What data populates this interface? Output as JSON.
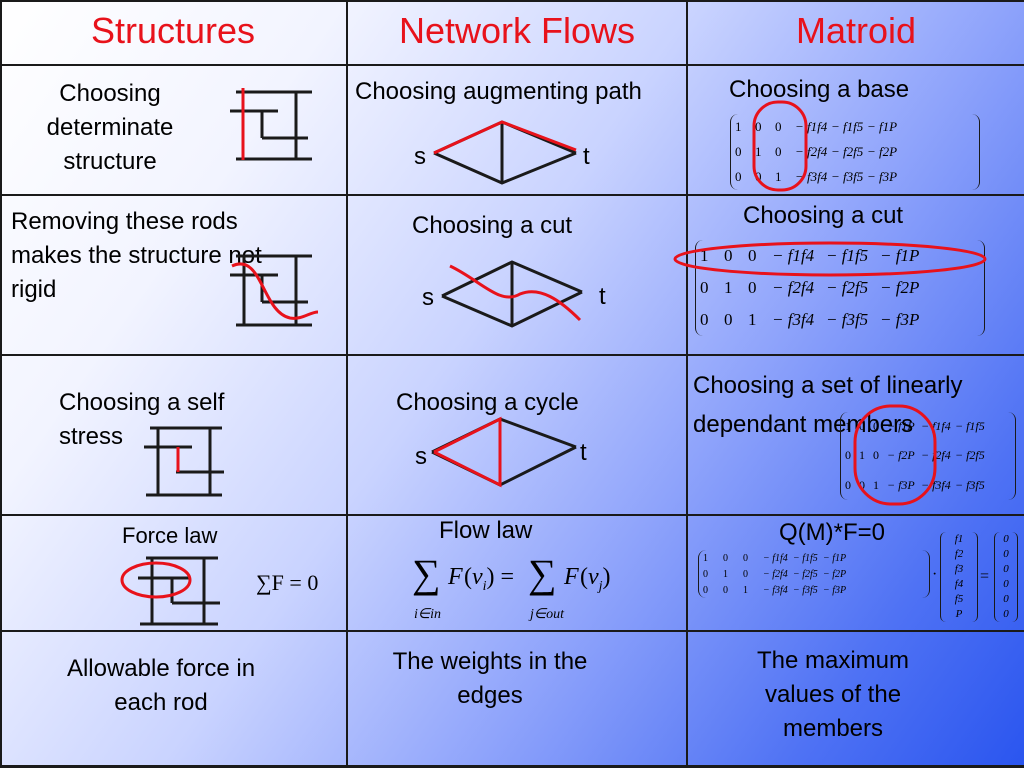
{
  "headers": {
    "structures": "Structures",
    "network_flows": "Network Flows",
    "matroid": "Matroid"
  },
  "row1": {
    "structures": "Choosing determinate structure",
    "network": "Choosing augmenting path",
    "matroid": "Choosing a base",
    "s": "s",
    "t": "t"
  },
  "row2": {
    "structures": "Removing these rods makes the structure not rigid",
    "network": "Choosing a cut",
    "matroid": "Choosing a cut",
    "s": "s",
    "t": "t"
  },
  "row3": {
    "structures": "Choosing a self stress",
    "network": "Choosing a cycle",
    "matroid": "Choosing a set of linearly dependant members",
    "s": "s",
    "t": "t"
  },
  "row4": {
    "structures": "Force law",
    "structures_formula": "∑F = 0",
    "network": "Flow law",
    "matroid": "Q(M)*F=0"
  },
  "row5": {
    "structures": "Allowable force in each rod",
    "network": "The weights in the edges",
    "matroid": "The maximum values of the members"
  },
  "matrix": {
    "rows": [
      [
        "1",
        "0",
        "0",
        "− f1f4",
        "− f1f5",
        "− f1P"
      ],
      [
        "0",
        "1",
        "0",
        "− f2f4",
        "− f2f5",
        "− f2P"
      ],
      [
        "0",
        "0",
        "1",
        "− f3f4",
        "− f3f5",
        "− f3P"
      ]
    ],
    "vector_f": [
      "f1",
      "f2",
      "f3",
      "f4",
      "f5",
      "P"
    ],
    "vector_zero": [
      "0",
      "0",
      "0",
      "0",
      "0",
      "0"
    ]
  },
  "colors": {
    "accent": "#e8121b",
    "line": "#1a1a1a"
  }
}
